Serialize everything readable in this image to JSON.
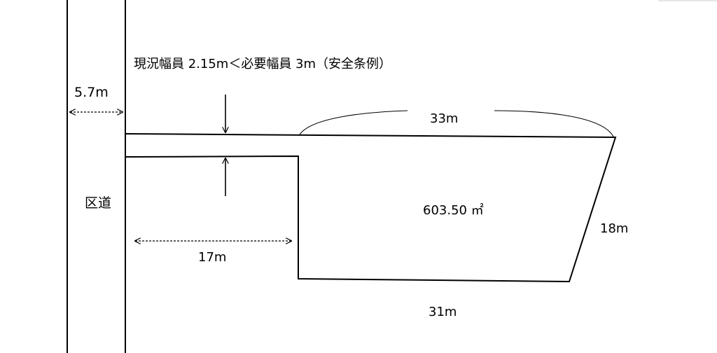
{
  "diagram": {
    "road_width_note": "現況幅員 2.15m＜必要幅員 3m（安全条例）",
    "road_width_label": "5.7m",
    "road_name": "区道",
    "top_length": "33m",
    "right_length": "18m",
    "bottom_length": "31m",
    "passage_length": "17m",
    "area": "603.50 ㎡",
    "colors": {
      "line": "#000000",
      "background": "#ffffff"
    }
  }
}
